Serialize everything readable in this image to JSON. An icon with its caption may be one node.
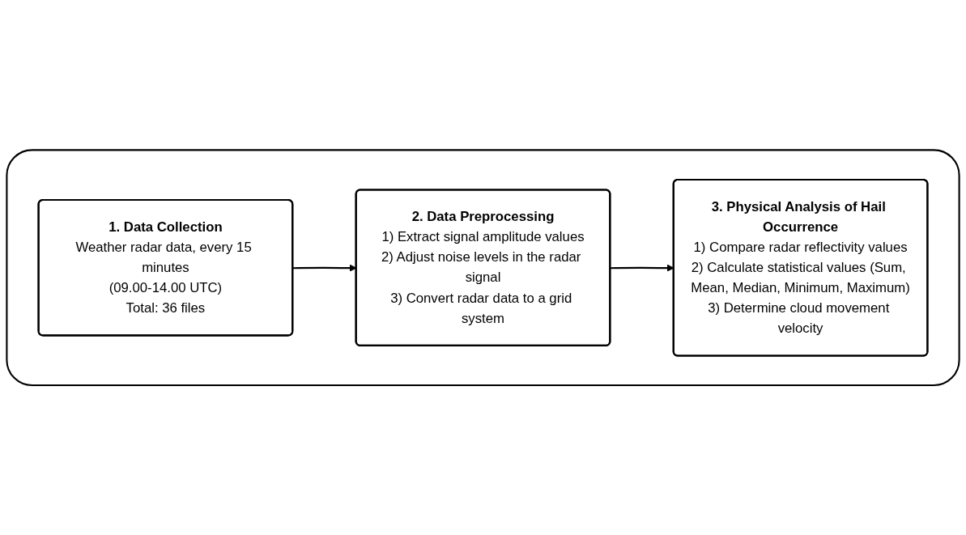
{
  "diagram": {
    "nodes": [
      {
        "text": [],
        "shape": "box"
      },
      {
        "text": [
          "1. Data Collection",
          "Weather radar data, every 15 minutes",
          "(09.00-14.00 UTC)",
          "Total: 36 files"
        ],
        "in": 0
      },
      {
        "text": [
          "2. Data Preprocessing",
          "1) Extract signal amplitude values",
          "2) Adjust noise levels in the radar signal",
          "3) Convert radar data to a grid system"
        ],
        "in": 0
      },
      {
        "text": [
          "3. Physical Analysis of Hail Occurrence",
          "1) Compare radar reflectivity values",
          "2) Calculate statistical values (Sum, Mean, Median, Minimum, Maximum)",
          "3) Determine cloud movement velocity"
        ],
        "in": 0
      }
    ],
    "edges": [
      {
        "from": 1,
        "to": 2,
        "arrow": "to"
      },
      {
        "from": 2,
        "to": 3,
        "arrow": "to"
      }
    ]
  }
}
